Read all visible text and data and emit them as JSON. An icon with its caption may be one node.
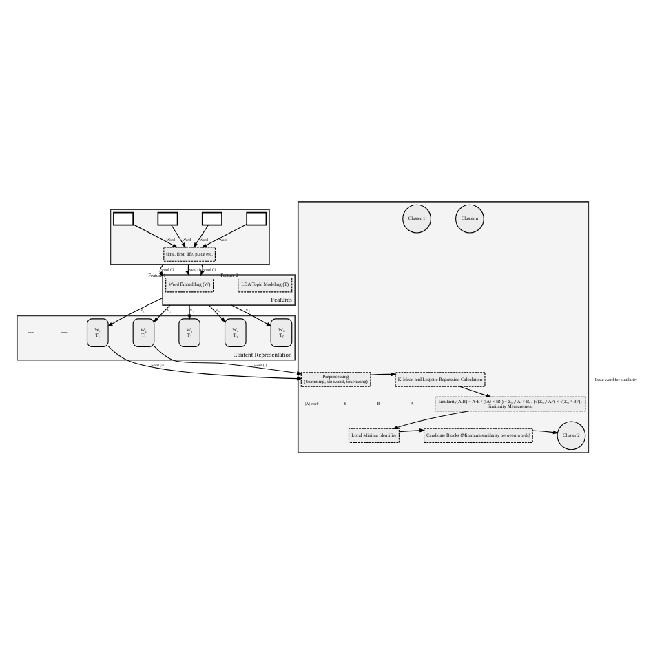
{
  "diagram": {
    "nodes": [
      {
        "text": [],
        "shape": "box"
      },
      {
        "text": [],
        "shape": "box",
        "in": 0
      },
      {
        "text": [],
        "shape": "box",
        "in": 0
      },
      {
        "text": [],
        "shape": "box",
        "in": 0
      },
      {
        "text": [],
        "shape": "box",
        "in": 0
      },
      {
        "text": [
          "time, first, life, place etc."
        ],
        "in": 0
      },
      {
        "text": [
          "Features"
        ]
      },
      {
        "text": [
          "Word Embedding (W)"
        ],
        "in": 6,
        "beside": [
          "Feature 1"
        ]
      },
      {
        "text": [
          "LDA Topic Modeling (T)"
        ],
        "in": 6,
        "beside": [
          "Feature 2"
        ]
      },
      {
        "text": [
          "Content Representation"
        ]
      },
      {
        "text": [
          "W₁",
          "T₁"
        ],
        "in": 9
      },
      {
        "text": [
          "W₂",
          "T₂"
        ],
        "in": 9
      },
      {
        "text": [
          "W₃",
          "T₃"
        ],
        "in": 9
      },
      {
        "text": [
          "W₄",
          "T₃"
        ],
        "in": 9
      },
      {
        "text": [
          "Wₙ",
          "Tₙ"
        ],
        "in": 9
      },
      {
        "text": [],
        "shape": "box"
      },
      {
        "text": [
          "Preprocessing",
          "(Stemming, stopword, tokenizing)"
        ],
        "in": 15
      },
      {
        "text": [
          "K-Mean and Logistic Regression Calculation"
        ],
        "in": 15
      },
      {
        "text": [
          "similarity(A,B) = A·B / (‖A‖ × ‖B‖) = Σᵢ₌₁ⁿ Aᵢ × Bᵢ / (√(Σᵢ₌₁ⁿ Aᵢ²) × √(Σᵢ₌₁ⁿ Bᵢ²))",
          "Similarity Measurement"
        ],
        "in": 15
      },
      {
        "text": [
          "Local Minima Identifier"
        ],
        "in": 15
      },
      {
        "text": [
          "Candidate Blocks (Minimum similarity between words)"
        ],
        "in": 15
      },
      {
        "text": [
          "Cluster 2"
        ],
        "in": 15
      },
      {
        "text": [
          "Cluster 1"
        ],
        "in": 15
      },
      {
        "text": [
          "Cluster n"
        ],
        "in": 15
      }
    ],
    "edges": [
      {
        "from": 1,
        "to": 5,
        "arrow": "to",
        "label": "Word"
      },
      {
        "from": 2,
        "to": 5,
        "arrow": "to",
        "label": "Word"
      },
      {
        "from": 3,
        "to": 5,
        "arrow": "to",
        "label": "Word"
      },
      {
        "from": 4,
        "to": 5,
        "arrow": "to",
        "label": "Word"
      },
      {
        "from": 0,
        "to": 6,
        "arrow": "to",
        "label": "word (i)"
      },
      {
        "from": 0,
        "to": 6,
        "arrow": "to",
        "label": "word (i)"
      },
      {
        "from": 0,
        "to": 6,
        "arrow": "to",
        "label": "word (i)"
      },
      {
        "from": 6,
        "to": 10,
        "arrow": "to",
        "label": "V₁"
      },
      {
        "from": 6,
        "to": 11,
        "arrow": "to",
        "label": "V₂"
      },
      {
        "from": 6,
        "to": 12,
        "arrow": "to",
        "label": "V₃"
      },
      {
        "from": 6,
        "to": 13,
        "arrow": "to",
        "label": "V₄"
      },
      {
        "from": 6,
        "to": 14,
        "arrow": "to",
        "label": "Vₙ"
      },
      {
        "from": 10,
        "to": 16,
        "arrow": "to",
        "label": "word (i)"
      },
      {
        "from": 11,
        "to": 16,
        "arrow": "to",
        "label": "word (i)"
      },
      {
        "from": 16,
        "to": 17,
        "arrow": "to"
      },
      {
        "from": 17,
        "to": 18,
        "arrow": "to"
      },
      {
        "from": 18,
        "to": 19,
        "arrow": "to"
      },
      {
        "from": 19,
        "to": 20,
        "arrow": "to"
      },
      {
        "from": 20,
        "to": 21,
        "arrow": "to"
      }
    ],
    "labels": [
      "---",
      "---",
      "Input word for similarity",
      "A",
      "B",
      "θ",
      "|A| cosθ"
    ]
  }
}
